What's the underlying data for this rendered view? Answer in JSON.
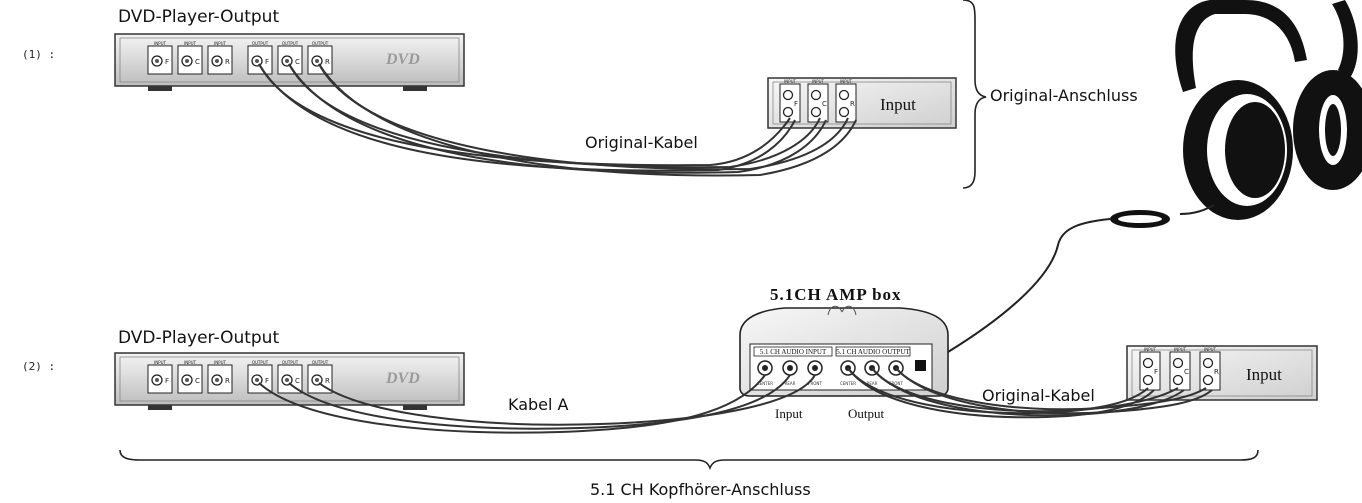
{
  "row1": {
    "index": "(1) :",
    "player_title": "DVD-Player-Output",
    "dvd_logo": "DVD",
    "cable_label": "Original-Kabel",
    "target_label": "Input",
    "group_label": "Original-Anschluss"
  },
  "row2": {
    "index": "(2) :",
    "player_title": "DVD-Player-Output",
    "dvd_logo": "DVD",
    "cable_a_label": "Kabel A",
    "amp_title": "5.1CH AMP box",
    "amp_input_panel": "5.1 CH AUDIO INPUT",
    "amp_output_panel": "5.1 CH AUDIO OUTPUT",
    "amp_input_label": "Input",
    "amp_output_label": "Output",
    "cable_label": "Original-Kabel",
    "target_label": "Input",
    "group_label": "5.1 CH Kopfhörer-Anschluss"
  },
  "jacks": {
    "input_header": "INPUT",
    "output_header": "OUTPUT",
    "letters": [
      "F",
      "C",
      "R"
    ],
    "amp_jack_labels": [
      "CENTER",
      "REAR",
      "FRONT"
    ]
  }
}
